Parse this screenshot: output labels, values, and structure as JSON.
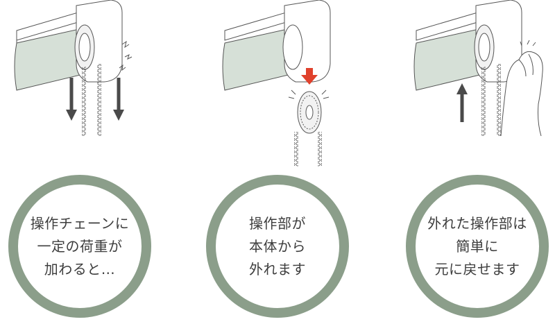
{
  "steps": [
    {
      "lines": [
        "操作チェーンに",
        "一定の荷重が",
        "加わると…"
      ]
    },
    {
      "lines": [
        "操作部が",
        "本体から",
        "外れます"
      ]
    },
    {
      "lines": [
        "外れた操作部は",
        "簡単に",
        "元に戻せます"
      ]
    }
  ],
  "colors": {
    "accent_green": "#8b9e8a",
    "fabric_green": "#d6e0d7",
    "arrow_gray": "#4a4a4a",
    "arrow_red": "#e0412c",
    "line": "#555555",
    "text": "#3d3d3d"
  },
  "icons": [
    "roller-blind-icon",
    "bead-chain-icon",
    "down-arrow-icon",
    "up-arrow-icon",
    "hand-icon",
    "operating-unit-icon"
  ]
}
